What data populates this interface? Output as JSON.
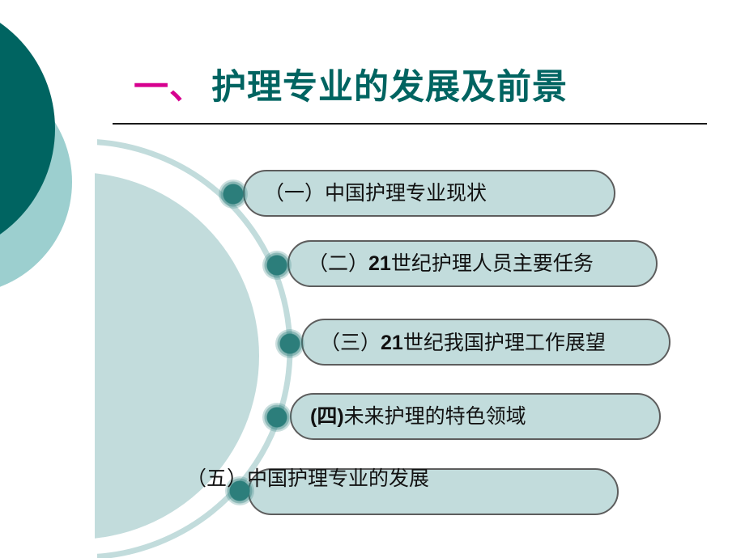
{
  "slide": {
    "title": {
      "number": "一、",
      "text": "护理专业的发展及前景"
    },
    "items": [
      {
        "label": "（一）中国护理专业现状"
      },
      {
        "label_prefix": "（二）",
        "label_bold": "21",
        "label_rest": "世纪护理人员主要任务"
      },
      {
        "label_prefix": "（三）",
        "label_bold": "21",
        "label_rest": "世纪我国护理工作展望"
      },
      {
        "label_bold": "(四)",
        "label_rest": "未来护理的特色领域"
      },
      {
        "label": "（五）中国护理专业的发展"
      }
    ]
  },
  "colors": {
    "title_number": "#d6008f",
    "title_text": "#006461",
    "dark_teal": "#006461",
    "mid_teal": "#9ccfcf",
    "light_teal": "#c2dcdc",
    "bullet": "#2c7e7b"
  }
}
